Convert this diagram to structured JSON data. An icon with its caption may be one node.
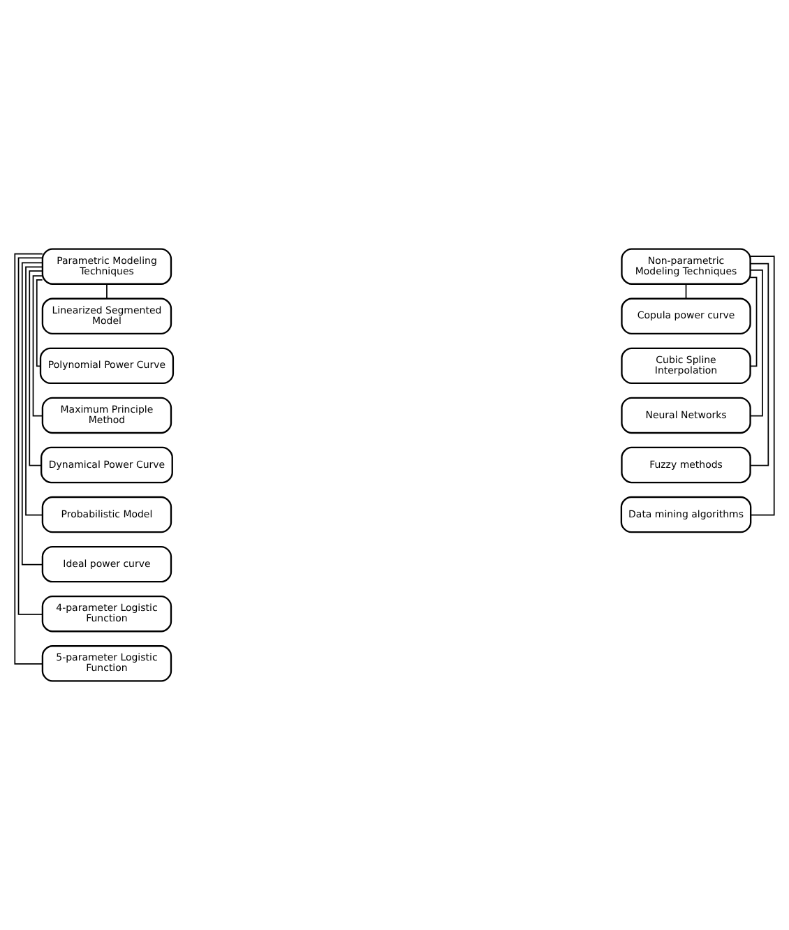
{
  "diagram": {
    "nodes": [
      {
        "text": [
          "Parametric Modeling Techniques"
        ]
      },
      {
        "text": [
          "Linearized Segmented Model"
        ]
      },
      {
        "text": [
          "Polynomial Power Curve"
        ]
      },
      {
        "text": [
          "Maximum Principle Method"
        ]
      },
      {
        "text": [
          "Dynamical Power Curve"
        ]
      },
      {
        "text": [
          "Probabilistic Model"
        ]
      },
      {
        "text": [
          "Ideal power curve"
        ]
      },
      {
        "text": [
          "4-parameter Logistic Function"
        ]
      },
      {
        "text": [
          "5-parameter Logistic Function"
        ]
      },
      {
        "text": [
          "Non-parametric Modeling Techniques"
        ]
      },
      {
        "text": [
          "Copula power curve"
        ]
      },
      {
        "text": [
          "Cubic Spline Interpolation"
        ]
      },
      {
        "text": [
          "Neural Networks"
        ]
      },
      {
        "text": [
          "Fuzzy methods"
        ]
      },
      {
        "text": [
          "Data mining algorithms"
        ]
      }
    ],
    "edges": [
      {
        "from": 0,
        "to": 1,
        "arrow": "none"
      },
      {
        "from": 0,
        "to": 2,
        "arrow": "none"
      },
      {
        "from": 0,
        "to": 3,
        "arrow": "none"
      },
      {
        "from": 0,
        "to": 4,
        "arrow": "none"
      },
      {
        "from": 0,
        "to": 5,
        "arrow": "none"
      },
      {
        "from": 0,
        "to": 6,
        "arrow": "none"
      },
      {
        "from": 0,
        "to": 7,
        "arrow": "none"
      },
      {
        "from": 0,
        "to": 8,
        "arrow": "none"
      },
      {
        "from": 9,
        "to": 10,
        "arrow": "none"
      },
      {
        "from": 9,
        "to": 11,
        "arrow": "none"
      },
      {
        "from": 9,
        "to": 12,
        "arrow": "none"
      },
      {
        "from": 9,
        "to": 13,
        "arrow": "none"
      },
      {
        "from": 9,
        "to": 14,
        "arrow": "none"
      }
    ]
  }
}
